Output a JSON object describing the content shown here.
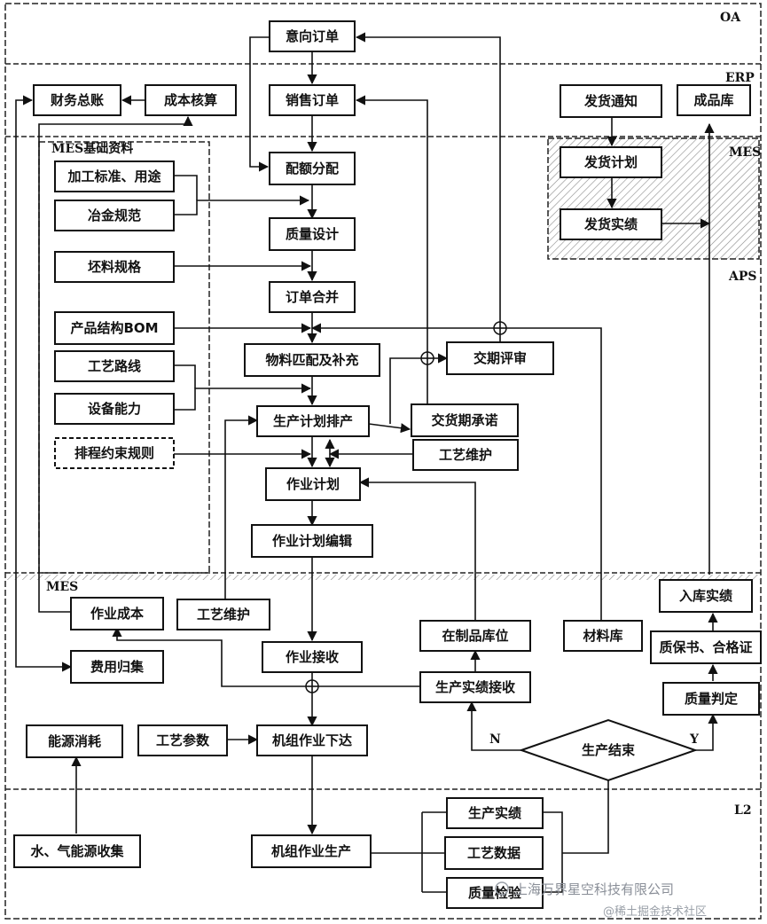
{
  "layers": {
    "oa": "OA",
    "erp": "ERP",
    "mes_top": "MES",
    "aps": "APS",
    "mes_bottom": "MES",
    "l2": "L2"
  },
  "group_title": "MES基础资料",
  "boxes": {
    "intent_order": "意向订单",
    "sales_order": "销售订单",
    "finance_ledger": "财务总账",
    "cost_accounting": "成本核算",
    "delivery_notice": "发货通知",
    "finished_warehouse": "成品库",
    "quota_allocation": "配额分配",
    "delivery_plan": "发货计划",
    "delivery_actual": "发货实绩",
    "processing_standard": "加工标准、用途",
    "metallurgy_spec": "冶金规范",
    "quality_design": "质量设计",
    "billet_spec": "坯料规格",
    "order_merge": "订单合并",
    "product_bom": "产品结构BOM",
    "material_match": "物料匹配及补充",
    "delivery_review": "交期评审",
    "process_route": "工艺路线",
    "equipment_capacity": "设备能力",
    "production_scheduling": "生产计划排产",
    "delivery_promise": "交货期承诺",
    "scheduling_rules": "排程约束规则",
    "process_maint_aps": "工艺维护",
    "operation_plan": "作业计划",
    "operation_plan_edit": "作业计划编辑",
    "storage_in_actual": "入库实绩",
    "operation_cost": "作业成本",
    "process_maint_mes": "工艺维护",
    "wip_location": "在制品库位",
    "material_warehouse": "材料库",
    "quality_certificate": "质保书、合格证",
    "expense_collection": "费用归集",
    "operation_receive": "作业接收",
    "production_actual_receive": "生产实绩接收",
    "quality_judgment": "质量判定",
    "energy_consumption": "能源消耗",
    "process_params": "工艺参数",
    "unit_operation_issue": "机组作业下达",
    "production_end": "生产结束",
    "production_actual_l2": "生产实绩",
    "process_data": "工艺数据",
    "water_gas_collection": "水、气能源收集",
    "unit_operation_production": "机组作业生产",
    "quality_inspection": "质量检验"
  },
  "branch_labels": {
    "no": "N",
    "yes": "Y"
  },
  "watermark": {
    "company": "上海万界星空科技有限公司",
    "community": "@稀土掘金技术社区"
  }
}
